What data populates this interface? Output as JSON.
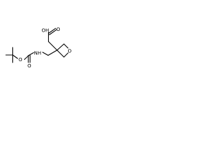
{
  "molecule": {
    "atom_labels": {
      "hydroxyl": "OH",
      "carbonyl_oxygen_acid": "O",
      "amine": "NH",
      "carbonyl_oxygen_carbamate": "O",
      "ester_oxygen_carbamate": "O",
      "ring_oxygen": "O"
    }
  }
}
